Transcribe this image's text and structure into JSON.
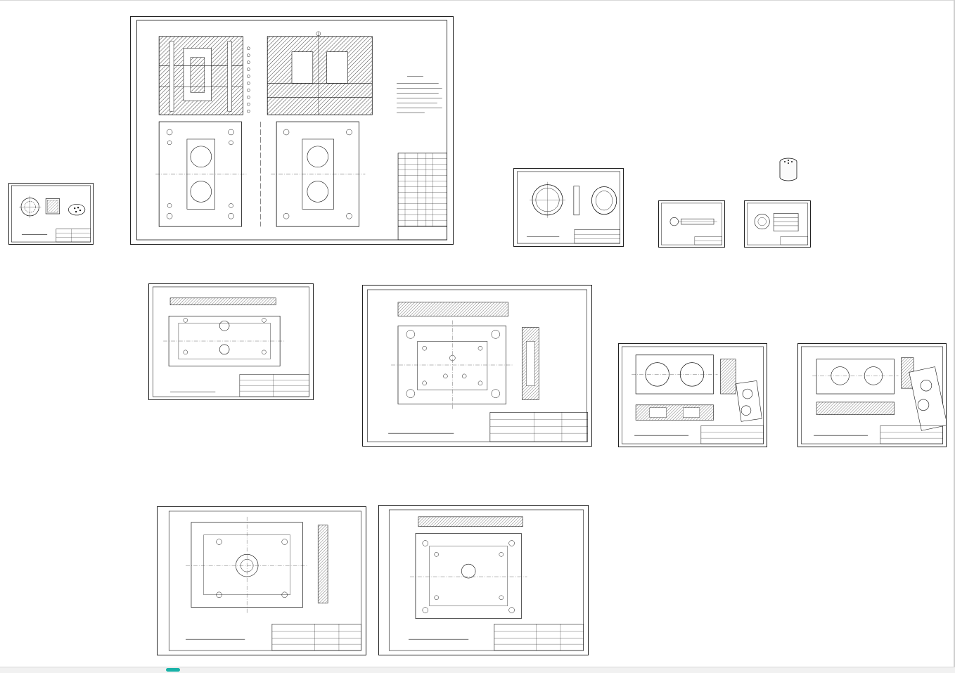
{
  "window": {
    "scroll_indicator_color": "#18b2a8"
  },
  "colors": {
    "ink": "#111111",
    "hatch": "#555555",
    "paper": "#ffffff"
  },
  "sheets": [
    {
      "id": "part-drawing-small",
      "icons": [
        "part-section-icon",
        "part-iso-icon"
      ]
    },
    {
      "id": "assembly-drawing",
      "icons": [
        "mold-section-icon",
        "mold-plan-icon",
        "bill-of-materials-icon"
      ]
    },
    {
      "id": "ring-part-drawing",
      "icons": [
        "ring-section-icon"
      ]
    },
    {
      "id": "pin-part-drawing",
      "icons": [
        "pin-section-icon"
      ]
    },
    {
      "id": "core-part-drawing",
      "icons": [
        "core-section-icon"
      ]
    },
    {
      "id": "plate-drawing-1",
      "icons": [
        "plate-plan-icon"
      ]
    },
    {
      "id": "plate-drawing-2",
      "icons": [
        "plate-plan-icon"
      ]
    },
    {
      "id": "cavity-plate-drawing",
      "icons": [
        "cavity-plan-icon"
      ]
    },
    {
      "id": "core-plate-drawing",
      "icons": [
        "cavity-plan-icon"
      ]
    },
    {
      "id": "clamp-plate-drawing-1",
      "icons": [
        "plate-plan-icon"
      ]
    },
    {
      "id": "clamp-plate-drawing-2",
      "icons": [
        "plate-plan-icon"
      ]
    }
  ]
}
